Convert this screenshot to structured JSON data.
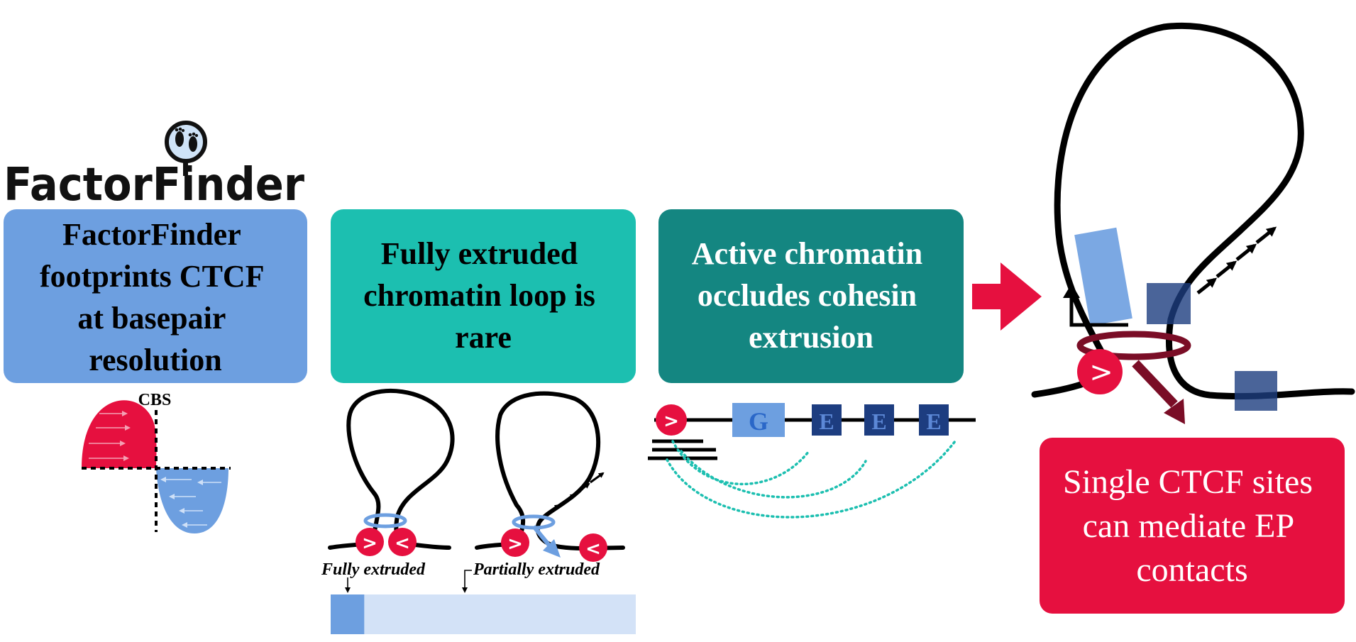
{
  "logo": {
    "text": "FactorFinder"
  },
  "boxes": {
    "box1": {
      "text": "FactorFinder footprints CTCF at basepair resolution",
      "lines": [
        "FactorFinder",
        "footprints CTCF",
        "at basepair",
        "resolution"
      ],
      "color": "#6d9fe0"
    },
    "box2": {
      "text": "Fully extruded chromatin loop is rare",
      "lines": [
        "Fully extruded",
        "chromatin loop is",
        "rare"
      ],
      "color": "#1cbfb0"
    },
    "box3": {
      "text": "Active chromatin occludes cohesin extrusion",
      "lines": [
        "Active chromatin",
        "occludes cohesin",
        "extrusion"
      ],
      "color": "#148681"
    },
    "box4": {
      "text": "Single CTCF sites can mediate EP contacts",
      "lines": [
        "Single CTCF sites",
        "can mediate EP",
        "contacts"
      ],
      "color": "#e6103f"
    }
  },
  "footprint": {
    "label": "CBS",
    "positive_color": "#e6103f",
    "negative_color": "#6d9fe0"
  },
  "extrusion": {
    "fully_label": "Fully extruded",
    "partial_label": "Partially extruded",
    "fully_fraction": 0.11,
    "ctcf_forward": ">",
    "ctcf_reverse": "<"
  },
  "occlusion": {
    "ctcf": ">",
    "gene": "G",
    "enhancers": [
      "E",
      "E",
      "E"
    ],
    "gene_color": "#6d9fe0",
    "enhancer_color": "#1d3d80",
    "contact_color": "#1cbfb0"
  },
  "ep_loop": {
    "ctcf": ">"
  },
  "colors": {
    "ctcf": "#e6103f",
    "cohesin_light": "#6d9fe0",
    "cohesin_dark": "#7a0d26",
    "loop": "#000000",
    "arrow": "#e6103f"
  }
}
